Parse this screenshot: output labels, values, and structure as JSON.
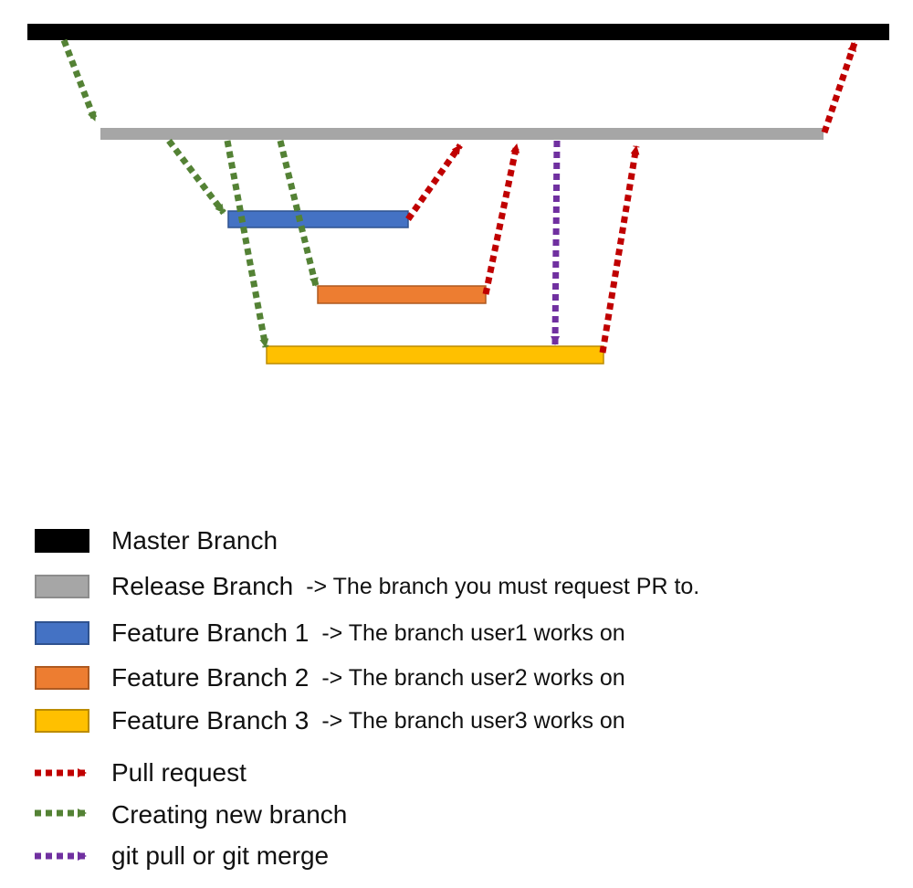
{
  "colors": {
    "master": "#000000",
    "release": "#a6a6a6",
    "feature1": "#4472c4",
    "feature2": "#ed7d31",
    "feature3": "#ffc000",
    "pull_request": "#c00000",
    "new_branch": "#548235",
    "git_pull": "#7030a0"
  },
  "legend": {
    "master": {
      "label": "Master Branch",
      "desc": ""
    },
    "release": {
      "label": "Release Branch",
      "desc": "-> The branch you must request PR to."
    },
    "feature1": {
      "label": "Feature Branch 1",
      "desc": "-> The branch user1 works on"
    },
    "feature2": {
      "label": "Feature Branch 2",
      "desc": "-> The branch user2 works on"
    },
    "feature3": {
      "label": "Feature Branch 3",
      "desc": "-> The branch user3 works on"
    },
    "pull_request": {
      "label": "Pull request"
    },
    "new_branch": {
      "label": "Creating new branch"
    },
    "git_pull": {
      "label": "git pull or git merge"
    }
  }
}
